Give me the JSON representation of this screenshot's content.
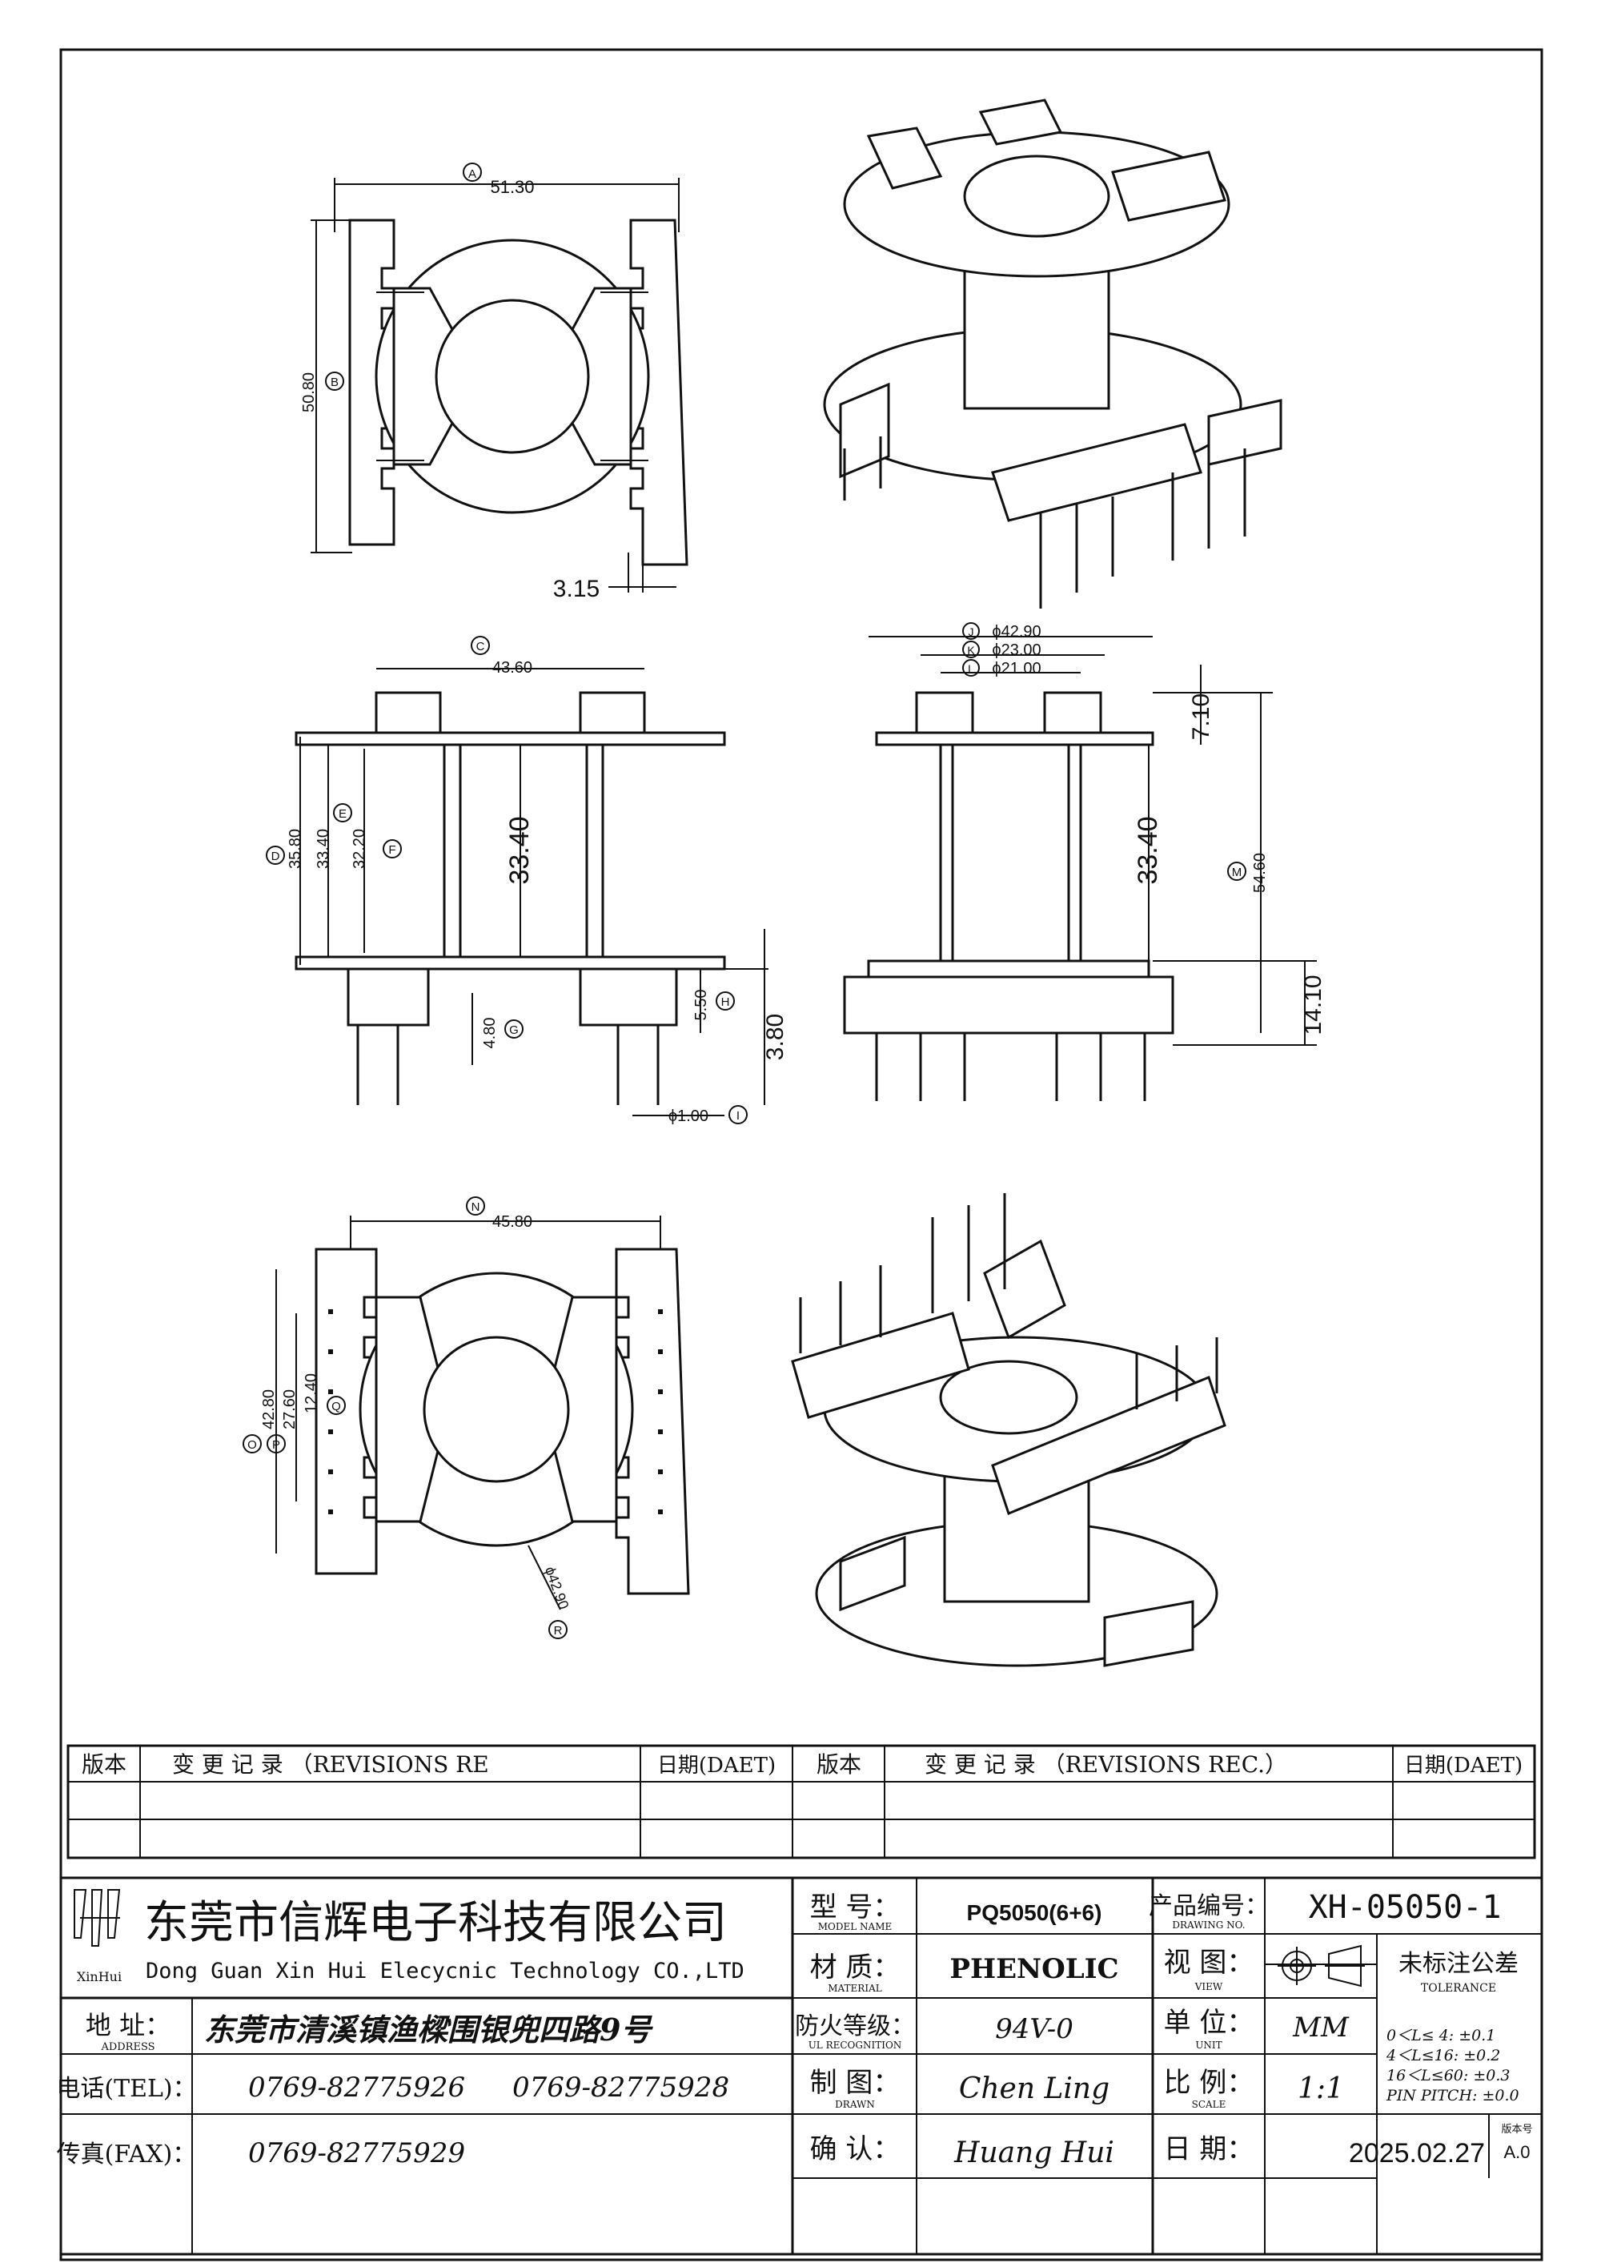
{
  "dims": {
    "a": "A",
    "a_val": "51.30",
    "b": "B",
    "b_val": "50.80",
    "slot": "3.15",
    "c": "C",
    "c_val": "43.60",
    "d": "D",
    "d_val": "35.80",
    "e": "E",
    "e_val": "33.40",
    "f": "F",
    "f_val": "32.20",
    "inner_h": "33.40",
    "g": "G",
    "g_val": "4.80",
    "h": "H",
    "h_val": "5.50",
    "pin_len": "3.80",
    "i": "I",
    "i_val": "ϕ1.00",
    "j": "J",
    "j_val": "ϕ42.90",
    "k": "K",
    "k_val": "ϕ23.00",
    "l": "L",
    "l_val": "ϕ21.00",
    "top_h": "7.10",
    "inner_h2": "33.40",
    "m": "M",
    "m_val": "54.60",
    "bottom_h": "14.10",
    "n": "N",
    "n_val": "45.80",
    "o": "O",
    "o_val": "42.80",
    "p": "P",
    "p_val": "27.60",
    "q": "Q",
    "q_val": "12.40",
    "r": "R",
    "r_val": "ϕ42.90"
  },
  "revisions": {
    "ver": "版本",
    "rec": "变 更 记 录 （REVISIONS RE",
    "date": "日期(DAET)",
    "ver2": "版本",
    "rec2": "变 更 记 录 （REVISIONS REC.）",
    "date2": "日期(DAET)"
  },
  "title_block": {
    "logo_text": "XinHui",
    "company_cn": "东莞市信辉电子科技有限公司",
    "company_en": "Dong Guan Xin Hui Elecycnic Technology CO.,LTD",
    "addr_label": "地 址：",
    "addr_label_en": "ADDRESS",
    "addr": "东莞市清溪镇渔樑围银兜四路9号",
    "tel_label": "电话(TEL)：",
    "tel1": "0769-82775926",
    "tel2": "0769-82775928",
    "fax_label": "传真(FAX)：",
    "fax": "0769-82775929",
    "model_label": "型 号：",
    "model_label_en": "MODEL NAME",
    "model": "PQ5050(6+6)",
    "material_label": "材 质：",
    "material_label_en": "MATERIAL",
    "material": "PHENOLIC",
    "ul_label": "防火等级：",
    "ul_label_en": "UL RECOGNITION",
    "ul": "94V-0",
    "drawn_label": "制 图：",
    "drawn_label_en": "DRAWN",
    "drawn": "Chen Ling",
    "check_label": "确 认：",
    "check": "Huang Hui",
    "pn_label": "产品编号：",
    "pn_label_en": "DRAWING NO.",
    "pn": "XH-05050-1",
    "view_label": "视 图：",
    "view_label_en": "VIEW",
    "tol_label": "未标注公差",
    "tol_label_en": "TOLERANCE",
    "unit_label": "单 位：",
    "unit_label_en": "UNIT",
    "unit": "MM",
    "scale_label": "比 例：",
    "scale_label_en": "SCALE",
    "scale": "1:1",
    "date_label": "日 期：",
    "date": "2025.02.27",
    "version_label": "版本号",
    "version": "A.0",
    "tol1": "0＜L≤ 4:  ±0.1",
    "tol2": "4＜L≤16:  ±0.2",
    "tol3": "16＜L≤60:  ±0.3",
    "tol4": "PIN PITCH:  ±0.0"
  }
}
